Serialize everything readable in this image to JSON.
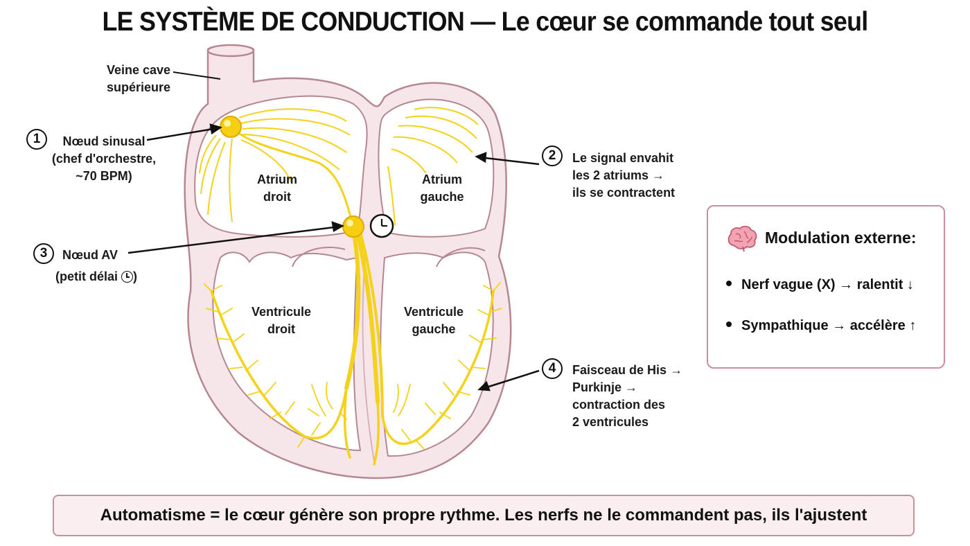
{
  "title": "LE SYSTÈME DE CONDUCTION — Le cœur se commande tout seul",
  "labels": {
    "veine_cave": [
      "Veine cave",
      "supérieure"
    ],
    "noeud_sinusal": [
      "Nœud sinusal",
      "(chef d'orchestre,",
      "~70 BPM)"
    ],
    "noeud_av": [
      "Nœud AV",
      "(petit délai"
    ],
    "signal": [
      "Le signal envahit",
      "les 2 atriums →",
      "ils se contractent"
    ],
    "faisceau": [
      "Faisceau de His →",
      "Purkinje →",
      "contraction des",
      "2 ventricules"
    ],
    "atrium_droit": [
      "Atrium",
      "droit"
    ],
    "atrium_gauche": [
      "Atrium",
      "gauche"
    ],
    "ventricule_droit": [
      "Ventricule",
      "droit"
    ],
    "ventricule_gauche": [
      "Ventricule",
      "gauche"
    ]
  },
  "badges": [
    "1",
    "2",
    "3",
    "4"
  ],
  "modulation": {
    "title": "Modulation externe:",
    "items": [
      "Nerf vague (X) → ralentit ↓",
      "Sympathique → accélère ↑"
    ],
    "icon": "brain-icon"
  },
  "footer": "Automatisme = le cœur génère son propre rythme. Les nerfs ne le commandent pas, ils l'ajustent",
  "colors": {
    "heart_wall": "#f6e6e9",
    "heart_outline": "#b48791",
    "conduction": "#f5d21a",
    "node": "#f7cf12",
    "box_border": "#c98f9b",
    "footer_fill": "#fbeef0"
  }
}
